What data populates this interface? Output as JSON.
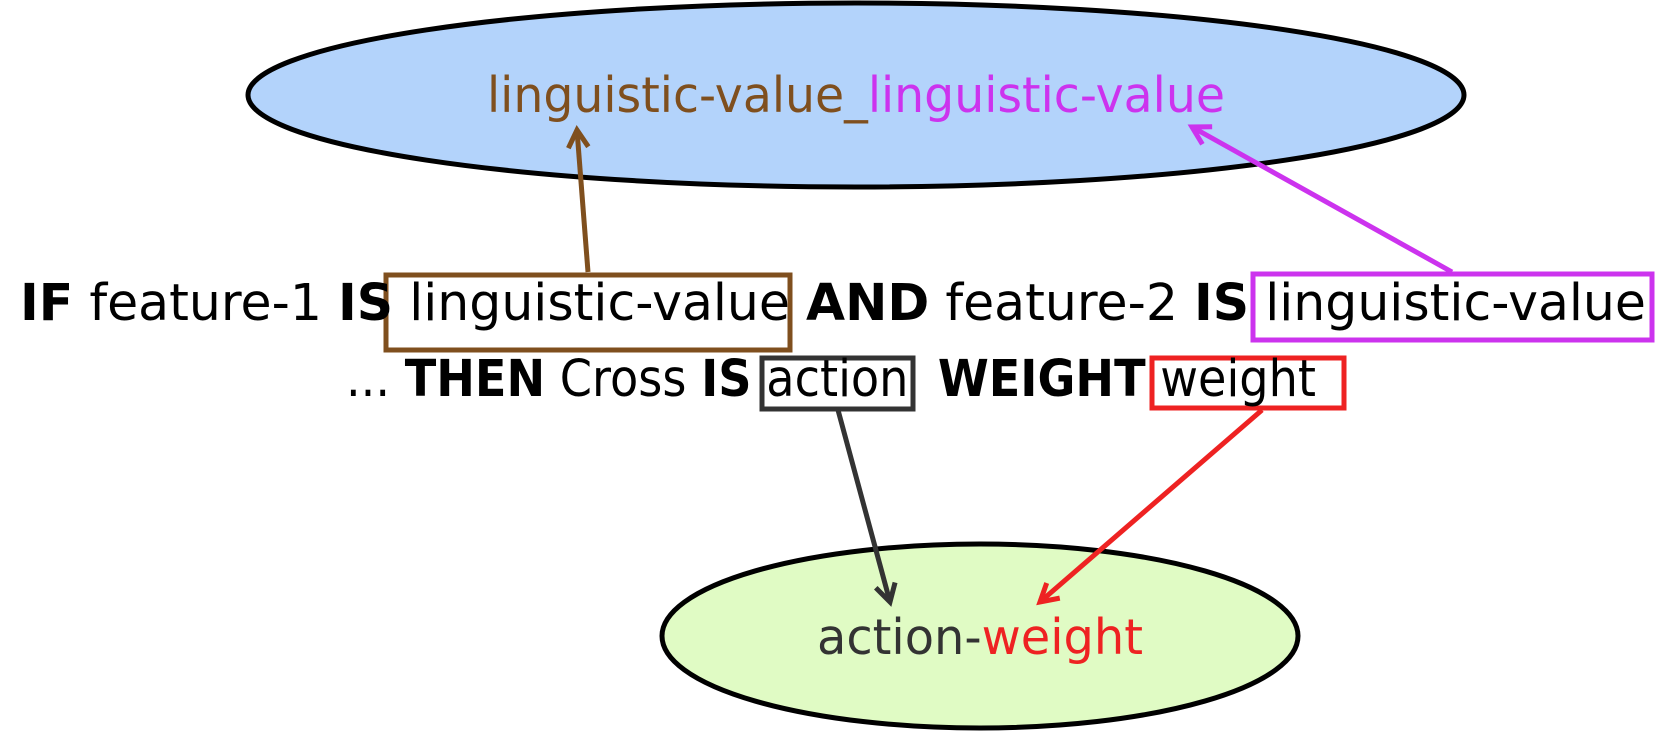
{
  "colors": {
    "brown": "#7f4f1e",
    "purple": "#cc33ee",
    "dark": "#333333",
    "red": "#ee2222",
    "top_ellipse_fill": "#b3d3fb",
    "bottom_ellipse_fill": "#e0fbc4"
  },
  "top_ellipse": {
    "part1": "linguistic-value",
    "separator": "_",
    "part2": "linguistic-value"
  },
  "rule": {
    "line1": {
      "if": "IF",
      "feature1": "feature-1",
      "is1": "IS",
      "value1": "linguistic-value",
      "and": "AND",
      "feature2": "feature-2",
      "is2": "IS",
      "value2": "linguistic-value"
    },
    "line2": {
      "ellipsis": "...",
      "then": "THEN",
      "target": "Cross",
      "is": "IS",
      "action": "action",
      "weight_kw": "WEIGHT",
      "weight": "weight"
    }
  },
  "bottom_ellipse": {
    "part1": "action",
    "separator": "-",
    "part2": "weight"
  }
}
